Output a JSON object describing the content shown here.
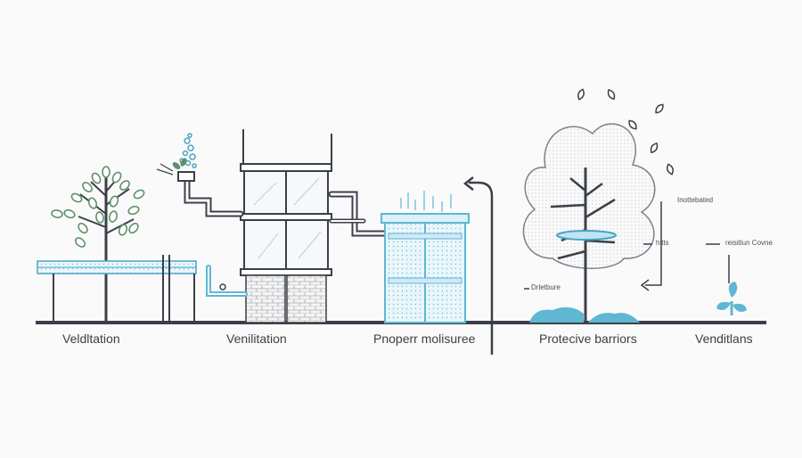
{
  "labels": {
    "section_1": "Veldltation",
    "section_2": "Venilitation",
    "section_3": "Pnoperr molisuree",
    "section_4": "Protecive barriors",
    "section_5": "Venditlans"
  },
  "annotations": {
    "top_right": "Inottebated",
    "middle": "hitts",
    "right": "reisitlun Covne",
    "left_of_tree": "Drletbure"
  },
  "colors": {
    "line": "#3b4048",
    "accent_blue": "#5fb7d4",
    "light_blue": "#bfe5f1",
    "leaf_green": "#5f8f6a"
  }
}
